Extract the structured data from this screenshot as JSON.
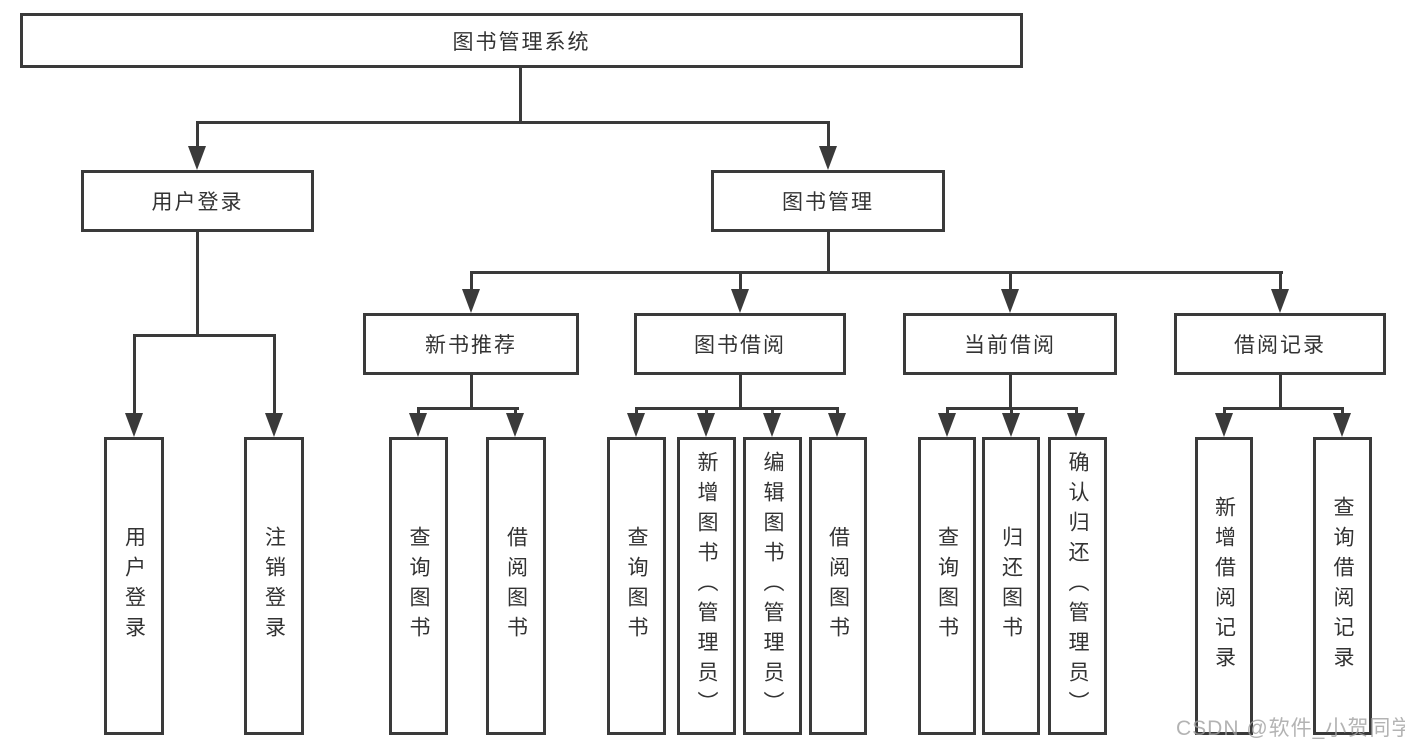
{
  "diagram": {
    "tree": {
      "label": "图书管理系统",
      "children": [
        {
          "label": "用户登录",
          "children": [
            {
              "label": "用户登录"
            },
            {
              "label": "注销登录"
            }
          ]
        },
        {
          "label": "图书管理",
          "children": [
            {
              "label": "新书推荐",
              "children": [
                {
                  "label": "查询图书"
                },
                {
                  "label": "借阅图书"
                }
              ]
            },
            {
              "label": "图书借阅",
              "children": [
                {
                  "label": "查询图书"
                },
                {
                  "label": "新增图书（管理员）"
                },
                {
                  "label": "编辑图书（管理员）"
                },
                {
                  "label": "借阅图书"
                }
              ]
            },
            {
              "label": "当前借阅",
              "children": [
                {
                  "label": "查询图书"
                },
                {
                  "label": "归还图书"
                },
                {
                  "label": "确认归还（管理员）"
                }
              ]
            },
            {
              "label": "借阅记录",
              "children": [
                {
                  "label": "新增借阅记录"
                },
                {
                  "label": "查询借阅记录"
                }
              ]
            }
          ]
        }
      ]
    },
    "colors": {
      "line": "#3a3a3a",
      "text": "#333333",
      "background": "#ffffff",
      "watermark": "#a0a0a0"
    }
  },
  "watermark": {
    "text": "CSDN @软件_小贺同学"
  }
}
